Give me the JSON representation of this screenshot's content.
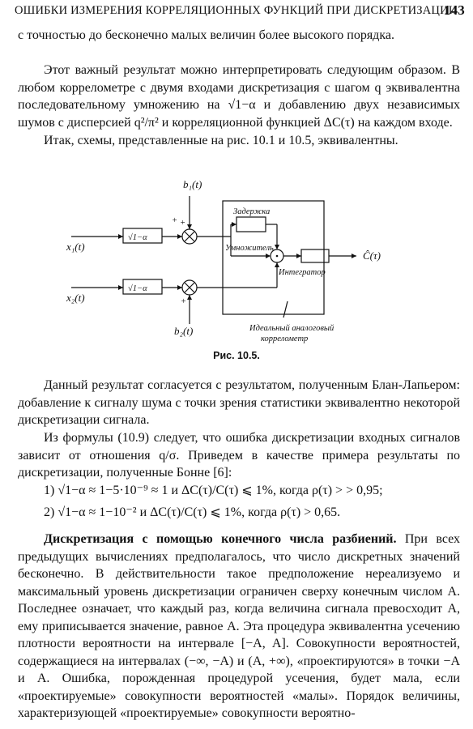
{
  "header": {
    "title": "ОШИБКИ ИЗМЕРЕНИЯ КОРРЕЛЯЦИОННЫХ ФУНКЦИЙ ПРИ ДИСКРЕТИЗАЦИИ",
    "page_number": "143"
  },
  "paragraphs": {
    "p1": "с точностью до бесконечно малых величин более высокого порядка.",
    "p2": "Этот важный результат можно интерпретировать следующим образом. В любом коррелометре с двумя входами дискретизация с шагом q эквивалентна последовательному умножению на √1−α и добавлению двух независимых шумов с дисперсией q²/π² и корреляционной функцией ΔC(τ) на каждом входе.",
    "p3": "Итак, схемы, представленные на рис. 10.1 и 10.5, эквивалентны.",
    "p4": "Данный результат согласуется с результатом, полученным Блан-Лапьером: добавление к сигналу шума с точки зрения статистики эквивалентно некоторой дискретизации сигнала.",
    "p5": "Из формулы (10.9) следует, что ошибка дискретизации входных сигналов зависит от отношения q/σ. Приведем в качестве примера результаты по дискретизации, полученные Бонне [6]:",
    "p6": "1) √1−α ≈ 1−5·10⁻⁹ ≈ 1 и ΔC(τ)/C(τ) ⩽ 1%, когда ρ(τ) > > 0,95;",
    "p7": "2) √1−α ≈ 1−10⁻² и ΔC(τ)/C(τ) ⩽ 1%, когда ρ(τ) > 0,65.",
    "p8_lead": "Дискретизация с помощью конечного числа разбиений.",
    "p8_body": "При всех предыдущих вычислениях предполагалось, что число дискретных значений бесконечно. В действительности такое предположение нереализуемо и максимальный уровень дискретизации ограничен сверху конечным числом A. Последнее означает, что каждый раз, когда величина сигнала превосходит A, ему приписывается значение, равное A. Эта процедура эквивалентна усечению плотности вероятности на интервале [−A, A]. Совокупности вероятностей, содержащиеся на интервалах (−∞, −A) и (A, +∞), «проектируются» в точки −A и A. Ошибка, порожденная процедурой усечения, будет мала, если «проектируемые» совокупности вероятностей «малы». Порядок величины, характеризующей «проектируемые» совокупности вероятно-"
  },
  "figure": {
    "caption": "Рис. 10.5.",
    "labels": {
      "b1": "b₁(t)",
      "b2": "b₂(t)",
      "x1": "x₁(t)",
      "x2": "x₂(t)",
      "gain1": "√1−α",
      "gain2": "√1−α",
      "delay": "Задержка",
      "multiplier": "Умножитель",
      "integrator": "Интегратор",
      "output": "Ĉ(τ)",
      "ideal1": "Идеальный аналоговый",
      "ideal2": "коррелометр",
      "plus": "+"
    }
  }
}
